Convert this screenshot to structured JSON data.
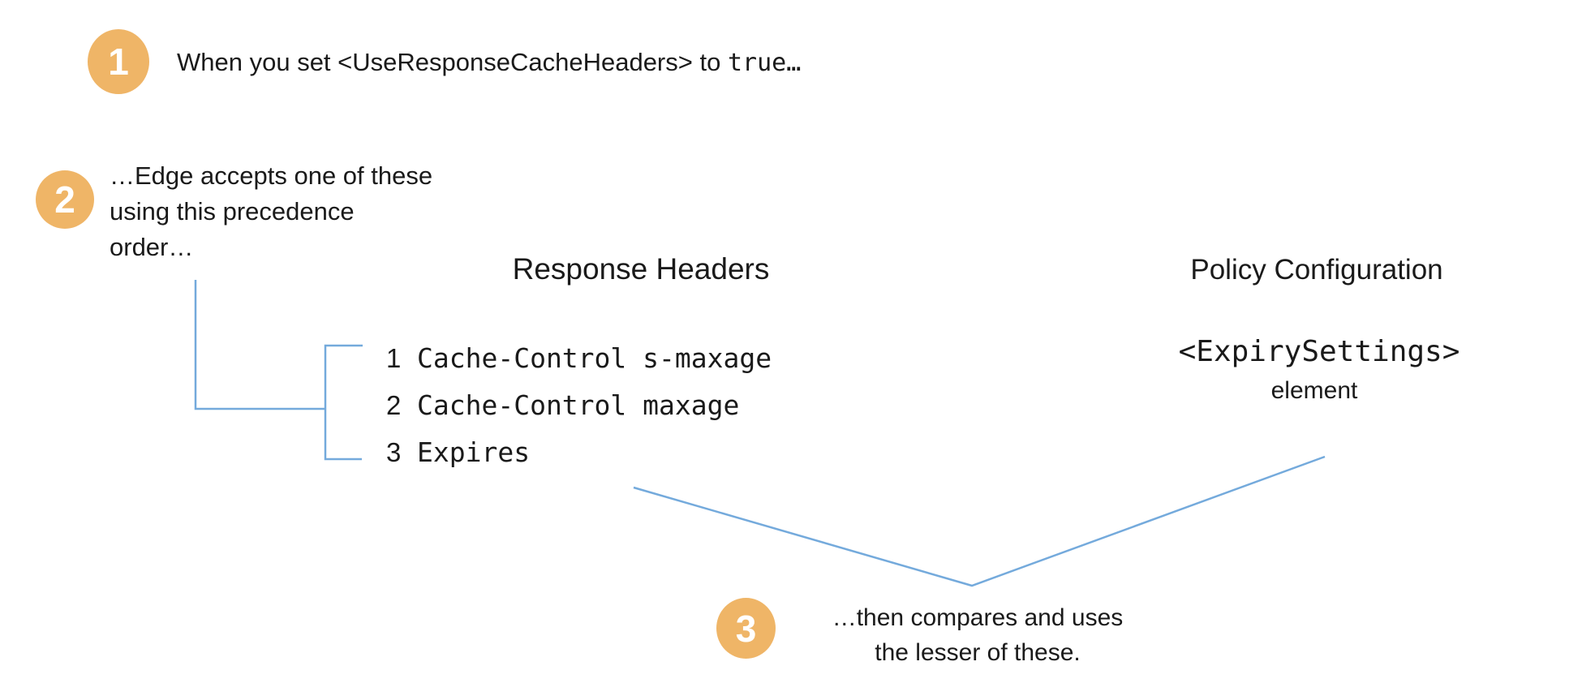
{
  "colors": {
    "badge_orange": "#EFB567",
    "line_blue": "#74AADC",
    "text": "#1A1A1A"
  },
  "step1": {
    "number": "1",
    "text": "When you set <UseResponseCacheHeaders> to ",
    "code": "true…"
  },
  "step2": {
    "number": "2",
    "line1": "…Edge accepts one of these",
    "line2": "using this precedence",
    "line3": "order…"
  },
  "step3": {
    "number": "3",
    "line1": "…then compares and uses",
    "line2": "the lesser of these."
  },
  "response_headers": {
    "title": "Response Headers",
    "items": [
      {
        "rank": "1",
        "header": "Cache-Control s-maxage"
      },
      {
        "rank": "2",
        "header": "Cache-Control maxage"
      },
      {
        "rank": "3",
        "header": "Expires"
      }
    ]
  },
  "policy_configuration": {
    "title": "Policy Configuration",
    "code": "<ExpirySettings>",
    "label": "element"
  }
}
